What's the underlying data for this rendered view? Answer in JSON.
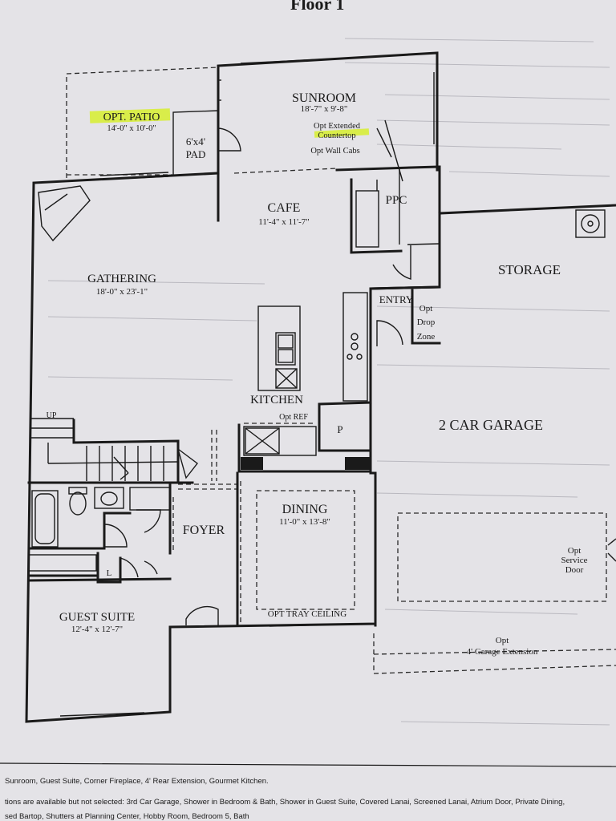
{
  "page": {
    "heading": "Floor 1"
  },
  "rooms": {
    "sunroom": {
      "name": "SUNROOM",
      "size": "18'-7\" x 9'-8\""
    },
    "opt_patio": {
      "name": "OPT. PATIO",
      "size": "14'-0\" x 10'-0\""
    },
    "pad": {
      "size": "6'x4'",
      "name": "PAD"
    },
    "cafe": {
      "name": "CAFE",
      "size": "11'-4\" x 11'-7\""
    },
    "ppc": {
      "name": "PPC"
    },
    "storage": {
      "name": "STORAGE"
    },
    "gathering": {
      "name": "GATHERING",
      "size": "18'-0\" x 23'-1\""
    },
    "entry": {
      "name": "ENTRY"
    },
    "drop_zone": {
      "line1": "Opt",
      "line2": "Drop",
      "line3": "Zone"
    },
    "kitchen": {
      "name": "KITCHEN"
    },
    "pantry": {
      "name": "P"
    },
    "garage": {
      "name": "2 CAR GARAGE"
    },
    "up": {
      "name": "UP"
    },
    "dining": {
      "name": "DINING",
      "size": "11'-0\" x 13'-8\""
    },
    "foyer": {
      "name": "FOYER"
    },
    "linen": {
      "name": "L"
    },
    "guest_suite": {
      "name": "GUEST SUITE",
      "size": "12'-4\" x 12'-7\""
    }
  },
  "options": {
    "extended_countertop_line1": "Opt Extended",
    "extended_countertop_line2": "Countertop",
    "wall_cabs": "Opt Wall Cabs",
    "opt_ref": "Opt REF",
    "tray_ceiling": "OPT TRAY CEILING",
    "service_door_line1": "Opt",
    "service_door_line2": "Service",
    "service_door_line3": "Door",
    "garage_ext_line1": "Opt",
    "garage_ext_line2": "4' Garage Extension"
  },
  "footer": {
    "line1": "Sunroom, Guest Suite, Corner Fireplace, 4' Rear Extension, Gourmet Kitchen.",
    "line2": "tions are available but not selected: 3rd Car Garage, Shower in Bedroom & Bath, Shower in Guest Suite, Covered Lanai, Screened Lanai, Atrium Door, Private Dining,",
    "line3": "sed Bartop, Shutters at Planning Center, Hobby Room, Bedroom 5, Bath"
  },
  "colors": {
    "paper": "#e4e3e7",
    "ink": "#1a1a1a",
    "highlighter": "#d7ef2e"
  }
}
